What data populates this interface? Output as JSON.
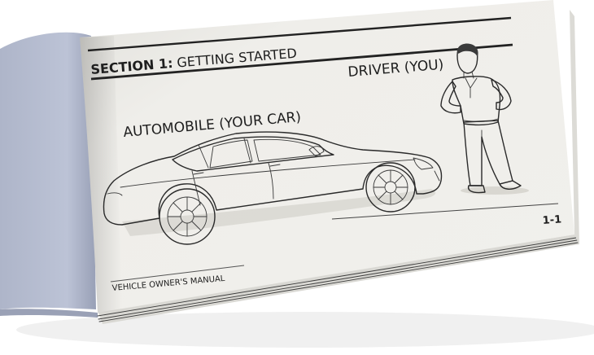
{
  "manual": {
    "section_bold": "SECTION 1:",
    "section_rest": " GETTING STARTED",
    "driver_label": "DRIVER (YOU)",
    "car_label": "AUTOMOBILE (YOUR CAR)",
    "page_number": "1-1",
    "footer": "VEHICLE OWNER'S MANUAL"
  },
  "colors": {
    "left_page": "#b8bfd2",
    "right_page": "#eeede9",
    "ink": "#2a2a2a"
  },
  "icons": [
    "car-illustration",
    "driver-illustration"
  ]
}
